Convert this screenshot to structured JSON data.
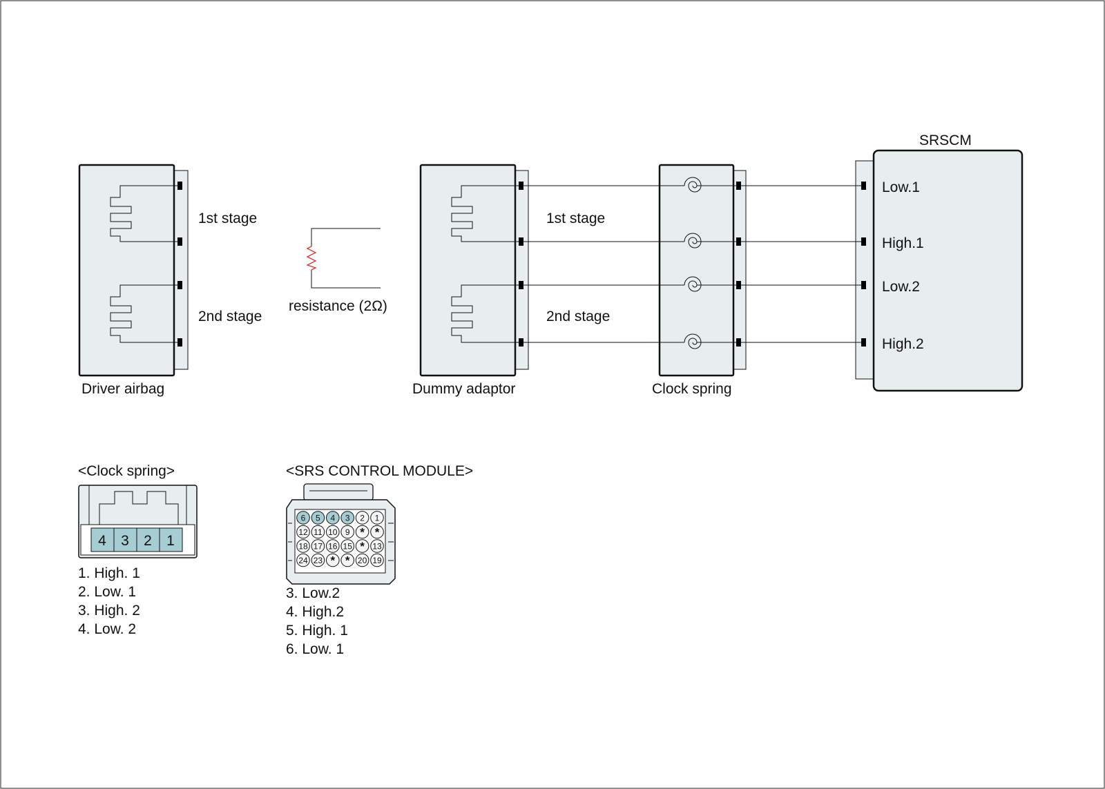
{
  "colors": {
    "component_fill": "#e8eef0",
    "pin_highlight": "#a6cdd3",
    "resistor": "#e0302a",
    "line": "#111111"
  },
  "driver_airbag": {
    "label": "Driver airbag",
    "stage1": "1st stage",
    "stage2": "2nd stage"
  },
  "resistor": {
    "label": "resistance (2Ω)"
  },
  "dummy_adaptor": {
    "label": "Dummy adaptor",
    "stage1": "1st stage",
    "stage2": "2nd stage"
  },
  "clock_spring": {
    "label": "Clock spring"
  },
  "srscm": {
    "title": "SRSCM",
    "pins": [
      "Low.1",
      "High.1",
      "Low.2",
      "High.2"
    ]
  },
  "clock_spring_connector": {
    "title": "<Clock spring>",
    "pins": [
      "4",
      "3",
      "2",
      "1"
    ],
    "legend": [
      "1. High. 1",
      "2. Low. 1",
      "3. High. 2",
      "4. Low. 2"
    ]
  },
  "srs_connector": {
    "title": "<SRS CONTROL MODULE>",
    "rows": [
      [
        "6",
        "5",
        "4",
        "3",
        "2",
        "1"
      ],
      [
        "12",
        "11",
        "10",
        "9",
        "*",
        "*"
      ],
      [
        "18",
        "17",
        "16",
        "15",
        "*",
        "13"
      ],
      [
        "24",
        "23",
        "*",
        "*",
        "20",
        "19"
      ]
    ],
    "highlighted": [
      "6",
      "5",
      "4",
      "3"
    ],
    "legend": [
      "3. Low.2",
      "4. High.2",
      "5. High. 1",
      "6. Low. 1"
    ]
  }
}
